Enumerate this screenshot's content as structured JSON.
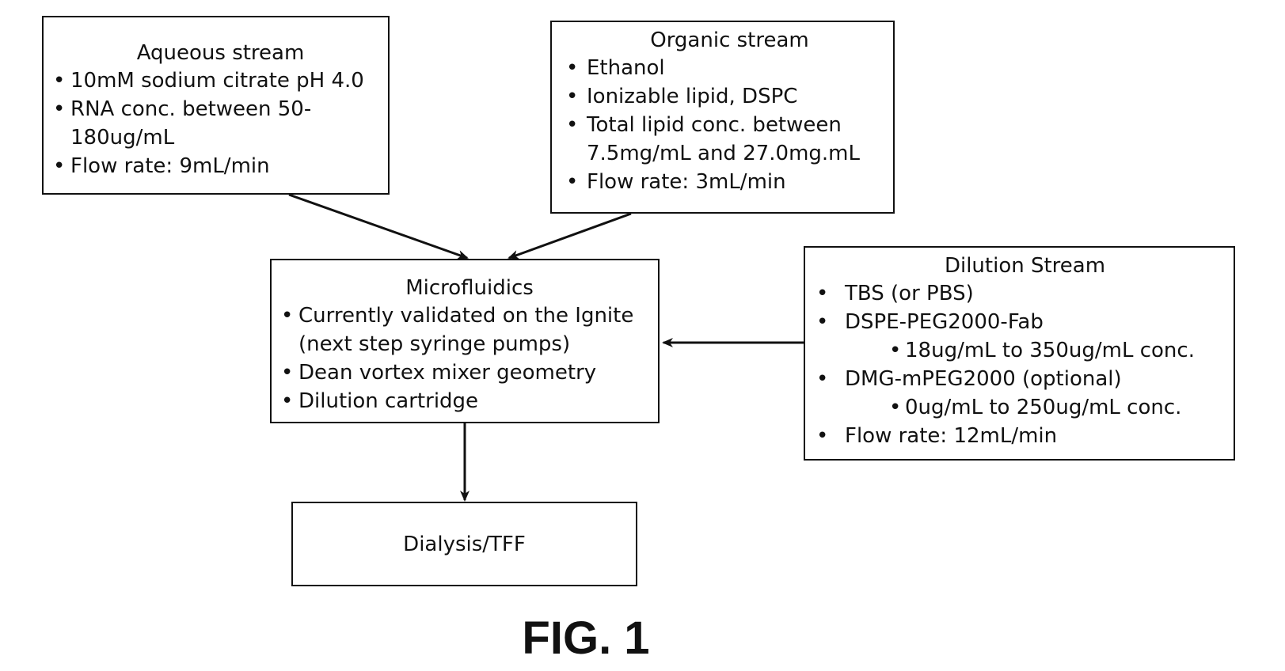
{
  "aqueous": {
    "title": "Aqueous stream",
    "items": [
      "10mM sodium citrate pH 4.0",
      "RNA conc. between 50-",
      "180ug/mL",
      "Flow rate: 9mL/min"
    ]
  },
  "organic": {
    "title": "Organic stream",
    "items": [
      "Ethanol",
      "Ionizable lipid, DSPC",
      "Total lipid conc. between",
      "7.5mg/mL and 27.0mg.mL",
      "Flow rate: 3mL/min"
    ]
  },
  "microfluidics": {
    "title": "Microfluidics",
    "items": [
      "Currently validated on the Ignite",
      "(next step syringe pumps)",
      "Dean vortex mixer geometry",
      "Dilution cartridge"
    ]
  },
  "dilution": {
    "title": "Dilution Stream",
    "items": [
      "TBS (or PBS)",
      "DSPE-PEG2000-Fab",
      "18ug/mL to 350ug/mL conc.",
      "DMG-mPEG2000 (optional)",
      "0ug/mL to 250ug/mL conc.",
      "Flow rate: 12mL/min"
    ]
  },
  "dialysis": {
    "label": "Dialysis/TFF"
  },
  "figure": {
    "label": "FIG. 1"
  },
  "colors": {
    "ink": "#111111",
    "background": "#ffffff"
  }
}
